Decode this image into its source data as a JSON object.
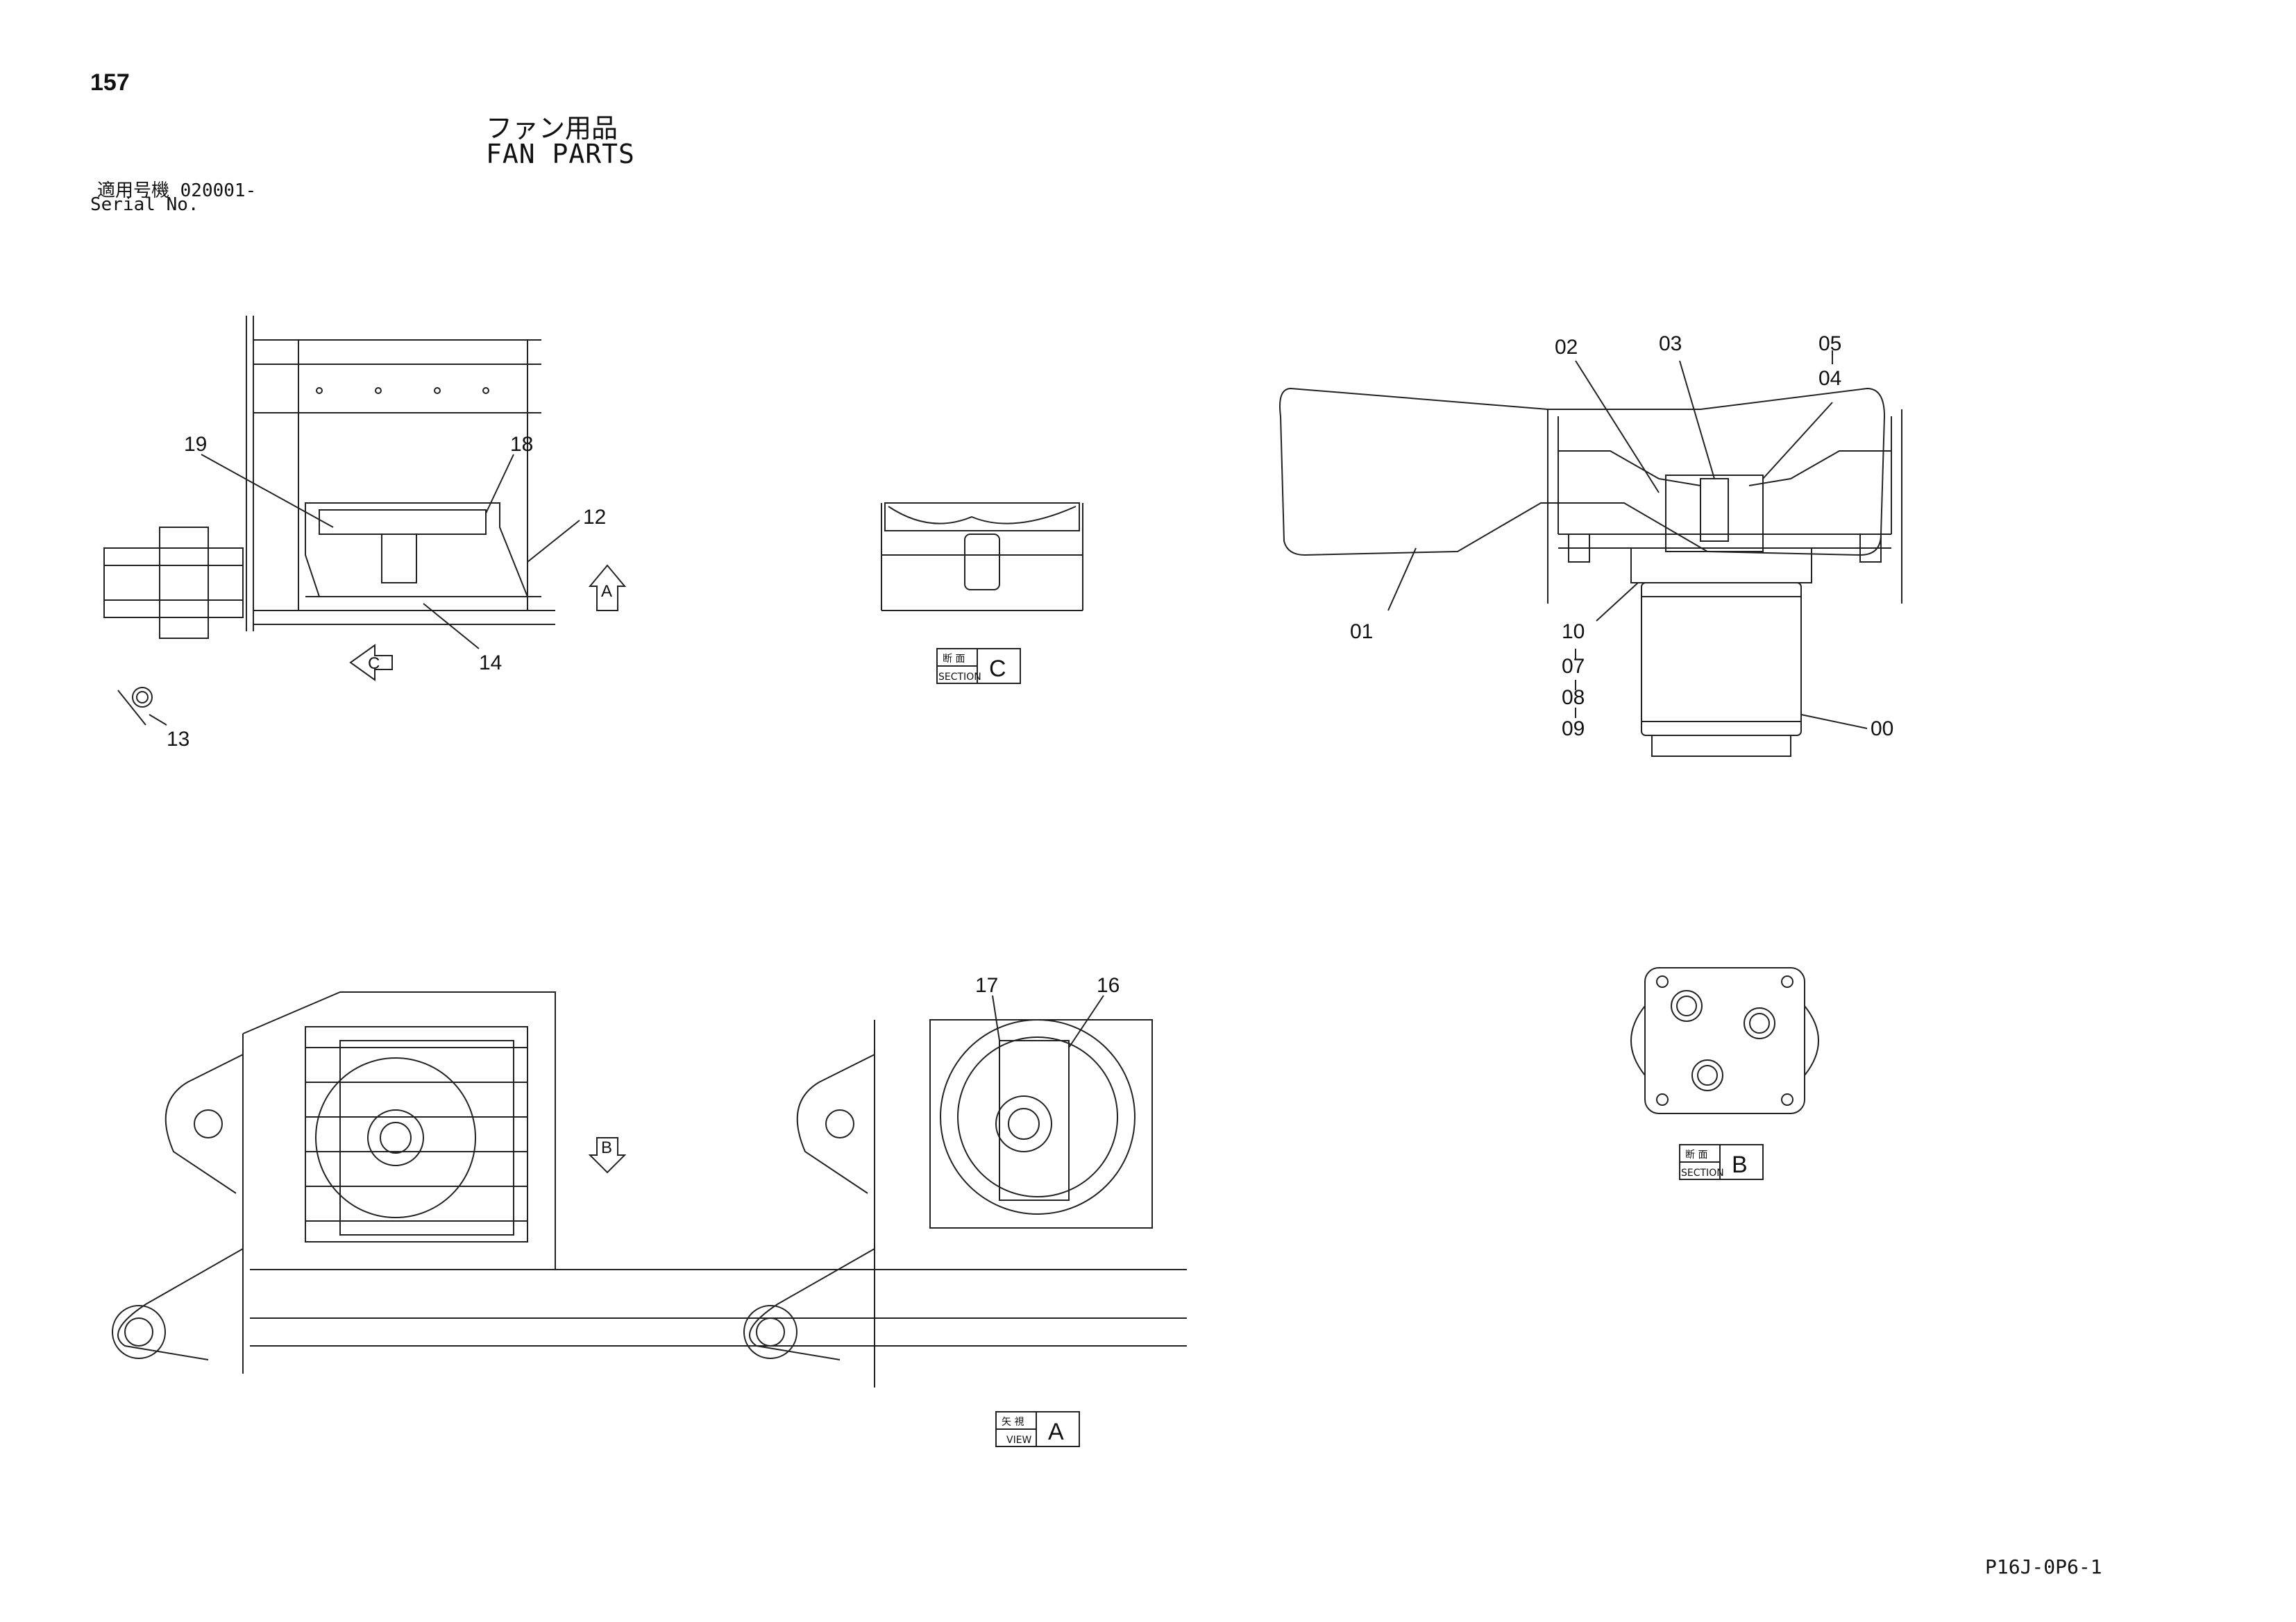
{
  "page_number": "157",
  "title_jp": "ファン用品",
  "title_en": "FAN PARTS",
  "serial_jp": "適用号機  020001-",
  "serial_en": "Serial No.",
  "doc_id": "P16J-0P6-1",
  "callouts": {
    "c19": "19",
    "c18": "18",
    "c12": "12",
    "c14": "14",
    "c13": "13",
    "c02": "02",
    "c03": "03",
    "c05": "05",
    "c04": "04",
    "c01": "01",
    "c10": "10",
    "c07": "07",
    "c08": "08",
    "c09": "09",
    "c00": "00",
    "c17": "17",
    "c16": "16"
  },
  "arrows": {
    "a": "A",
    "c": "C",
    "b": "B"
  },
  "tags": {
    "section_c": {
      "jp": "断 面",
      "en": "SECTION",
      "letter": "C"
    },
    "section_b": {
      "jp": "断 面",
      "en": "SECTION",
      "letter": "B"
    },
    "view_a": {
      "jp": "矢 視",
      "en": "VIEW",
      "letter": "A"
    }
  }
}
